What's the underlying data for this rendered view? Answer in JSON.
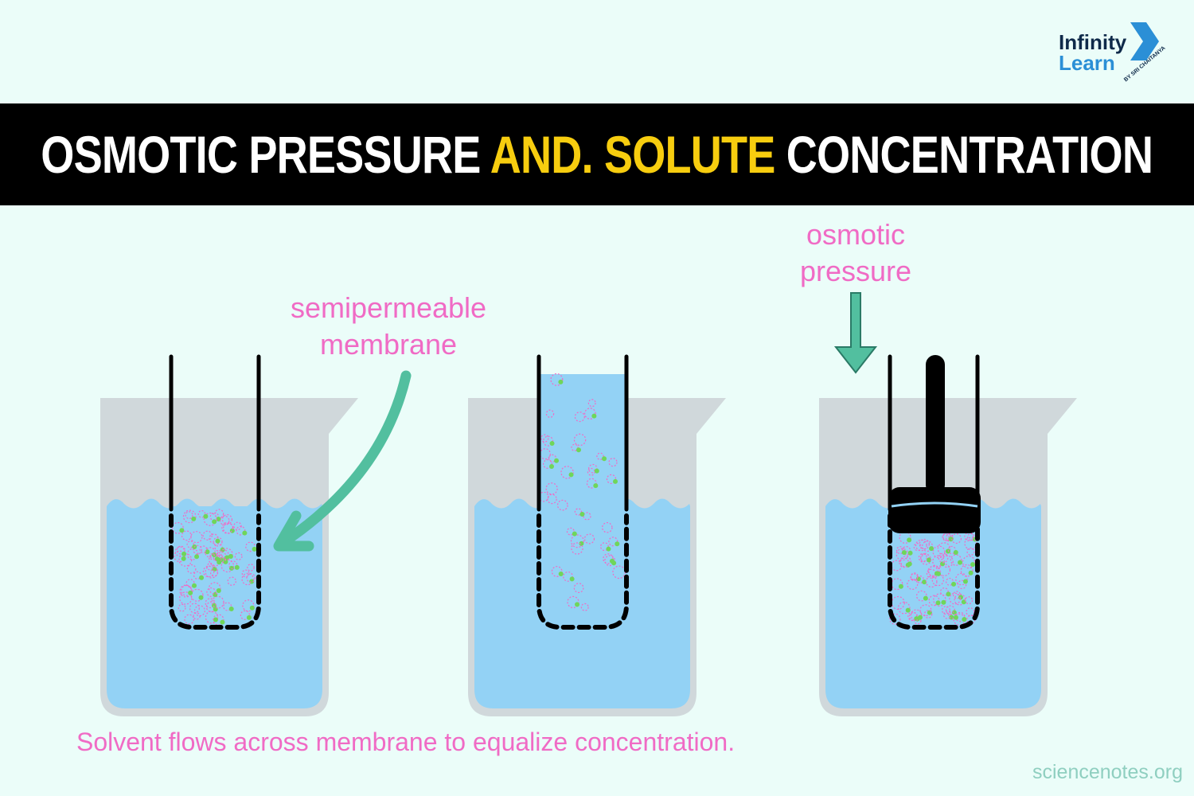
{
  "logo": {
    "line1": "Infinity",
    "line2": "Learn",
    "tagline": "BY SRI CHAITANYA"
  },
  "title": {
    "part1": "OSMOTIC PRESSURE ",
    "highlight": "AND. SOLUTE",
    "part2": " CONCENTRATION"
  },
  "labels": {
    "membrane_line1": "semipermeable",
    "membrane_line2": "membrane",
    "pressure_line1": "osmotic",
    "pressure_line2": "pressure"
  },
  "caption": "Solvent flows across membrane to equalize concentration.",
  "credit": "sciencenotes.org",
  "colors": {
    "background": "#ebfdf9",
    "water": "#93d2f5",
    "beaker": "#d0d8db",
    "accent_pink": "#f06bc5",
    "arrow_green": "#52bf9f",
    "title_yellow": "#f7cd0f"
  }
}
